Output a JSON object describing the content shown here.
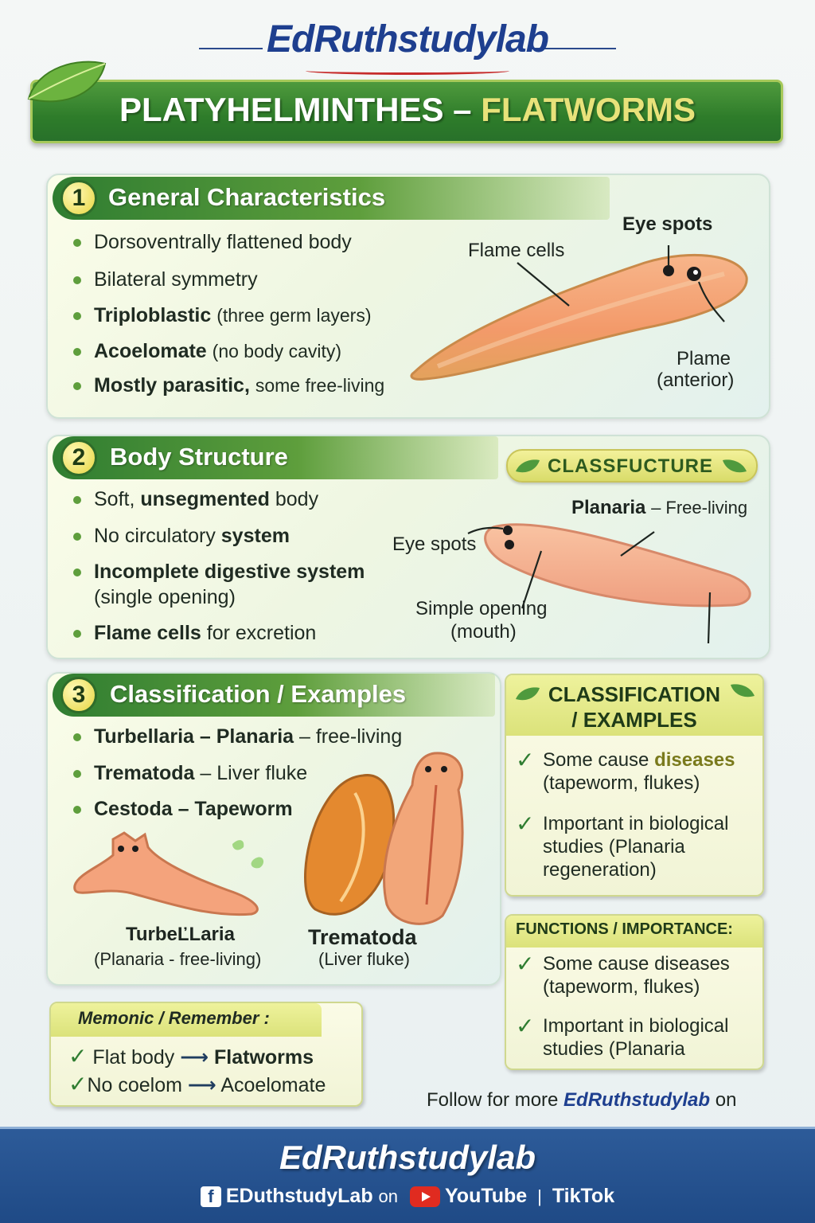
{
  "brand": "EdRuthstudylab",
  "title": {
    "part1": "PLATYHELMINTHES –",
    "part2": "FLATWORMS"
  },
  "colors": {
    "primary_green": "#2f7d31",
    "accent_yellow": "#e7d640",
    "brand_blue": "#1e3f8f",
    "footer_blue": "#1f4a86"
  },
  "sections": {
    "general": {
      "number": "1",
      "title": "General Characteristics",
      "bullets": [
        {
          "bold": "",
          "text": "Dorsoventrally flattened body"
        },
        {
          "bold": "",
          "text": "Bilateral symmetry"
        },
        {
          "bold": "Triploblastic",
          "text": "(three germ layers)"
        },
        {
          "bold": "Acoelomate",
          "text": "(no body cavity)"
        },
        {
          "bold": "Mostly parasitic,",
          "text": "some free-living"
        }
      ],
      "labels": {
        "flame_cells": "Flame cells",
        "eye_spots": "Eye spots",
        "plame_line1": "Plame",
        "plame_line2": "(anterior)"
      }
    },
    "body": {
      "number": "2",
      "title": "Body Structure",
      "tag": "CLASSFUCTURE",
      "bullets": {
        "b1_pre": "Soft,",
        "b1_bold": "unsegmented",
        "b1_post": "body",
        "b2_pre": "No circulatory",
        "b2_bold": "system",
        "b3_bold": "Incomplete digestive system",
        "b3_line2": "(single opening)",
        "b4_bold": "Flame cells",
        "b4_post": "for excretion"
      },
      "labels": {
        "planaria": "Planaria",
        "planaria_sub": "– Free-living",
        "eye_spots": "Eye spots",
        "opening_line1": "Simple opening",
        "opening_line2": "(mouth)"
      }
    },
    "classification": {
      "number": "3",
      "title": "Classification / Examples",
      "bullets": {
        "b1_bold": "Turbellaria – Planaria",
        "b1_post": "– free-living",
        "b2_bold": "Trematoda",
        "b2_post": "– Liver fluke",
        "b3_bold": "Cestoda – Tapeworm"
      },
      "turbellaria": {
        "name": "TurbeĽLaria",
        "sub": "(Planaria - free-living)"
      },
      "trematoda": {
        "name": "Trematoda",
        "sub": "(Liver fluke)"
      }
    }
  },
  "class_box": {
    "title_line1": "CLASSIFICATION",
    "title_line2": "/ EXAMPLES",
    "item1_pre": "Some cause",
    "item1_hl": "diseases",
    "item1_line2": "(tapeworm, flukes)",
    "item2_line1": "Important in biological",
    "item2_line2": "studies (Planaria",
    "item2_line3": "regeneration)"
  },
  "functions_box": {
    "title": "FUNCTIONS / IMPORTANCE:",
    "item1_line1": "Some cause diseases",
    "item1_line2": "(tapeworm, flukes)",
    "item2_line1": "Important in biological",
    "item2_line2": "studies (Planaria"
  },
  "mnemonic": {
    "title": "Memonic / Remember :",
    "row1_pre": "Flat body",
    "row1_post": "Flatworms",
    "row2_pre": "No coelom",
    "row2_post": "Acoelomate"
  },
  "follow": {
    "pre": "Follow for more",
    "brand": "EdRuthstudylab",
    "post": "on"
  },
  "footer": {
    "brand": "EdRuthstudylab",
    "facebook": "EDuthstudyLab",
    "on": "on",
    "youtube": "YouTube",
    "separator": "|",
    "tiktok": "TikTok"
  },
  "icons": [
    "leaf-icon",
    "check-icon",
    "arrow-right-icon",
    "facebook-icon",
    "youtube-icon"
  ]
}
